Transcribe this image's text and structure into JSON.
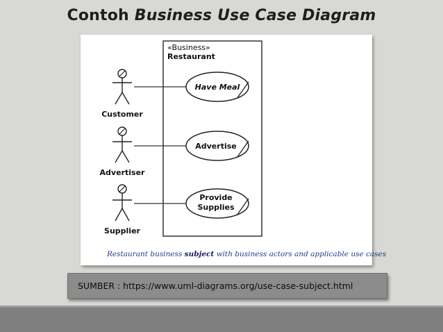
{
  "slide": {
    "title_prefix": "Contoh ",
    "title_emphasis": "Business Use Case Diagram"
  },
  "diagram": {
    "subject": {
      "stereotype": "«Business»",
      "name": "Restaurant"
    },
    "actors": [
      {
        "label": "Customer"
      },
      {
        "label": "Advertiser"
      },
      {
        "label": "Supplier"
      }
    ],
    "use_cases": [
      {
        "lines": [
          "Have Meal"
        ],
        "italic": true
      },
      {
        "lines": [
          "Advertise"
        ],
        "italic": false
      },
      {
        "lines": [
          "Provide",
          "Supplies"
        ],
        "italic": false
      }
    ],
    "caption": {
      "before": "Restaurant business ",
      "bold": "subject",
      "after": " with business actors and applicable use cases"
    }
  },
  "source": {
    "text": "SUMBER : https://www.uml-diagrams.org/use-case-subject.html"
  }
}
